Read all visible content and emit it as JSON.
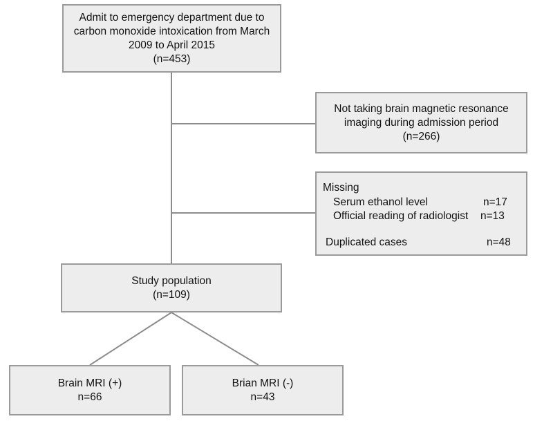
{
  "admit_box": {
    "lines": [
      "Admit to emergency department due to",
      "carbon monoxide intoxication from March",
      "2009 to April 2015",
      "(n=453)"
    ]
  },
  "exclusion_mri_box": {
    "lines": [
      "Not taking brain magnetic resonance",
      "imaging during admission period",
      "(n=266)"
    ]
  },
  "exclusion_missing_box": {
    "heading": "Missing",
    "items": [
      {
        "label": "Serum ethanol level",
        "count": "n=17"
      },
      {
        "label": "Official reading of radiologist",
        "count": "n=13"
      }
    ],
    "duplicated": {
      "label": "Duplicated cases",
      "count": "n=48"
    }
  },
  "study_box": {
    "lines": [
      "Study population",
      "(n=109)"
    ]
  },
  "outcome_boxes": [
    {
      "lines": [
        "Brain MRI (+)",
        "n=66"
      ]
    },
    {
      "lines": [
        "Brian MRI (-)",
        "n=43"
      ]
    }
  ],
  "colors": {
    "box_fill": "#ededed",
    "box_border": "#9a9a9a",
    "connector": "#8c8c8c"
  }
}
